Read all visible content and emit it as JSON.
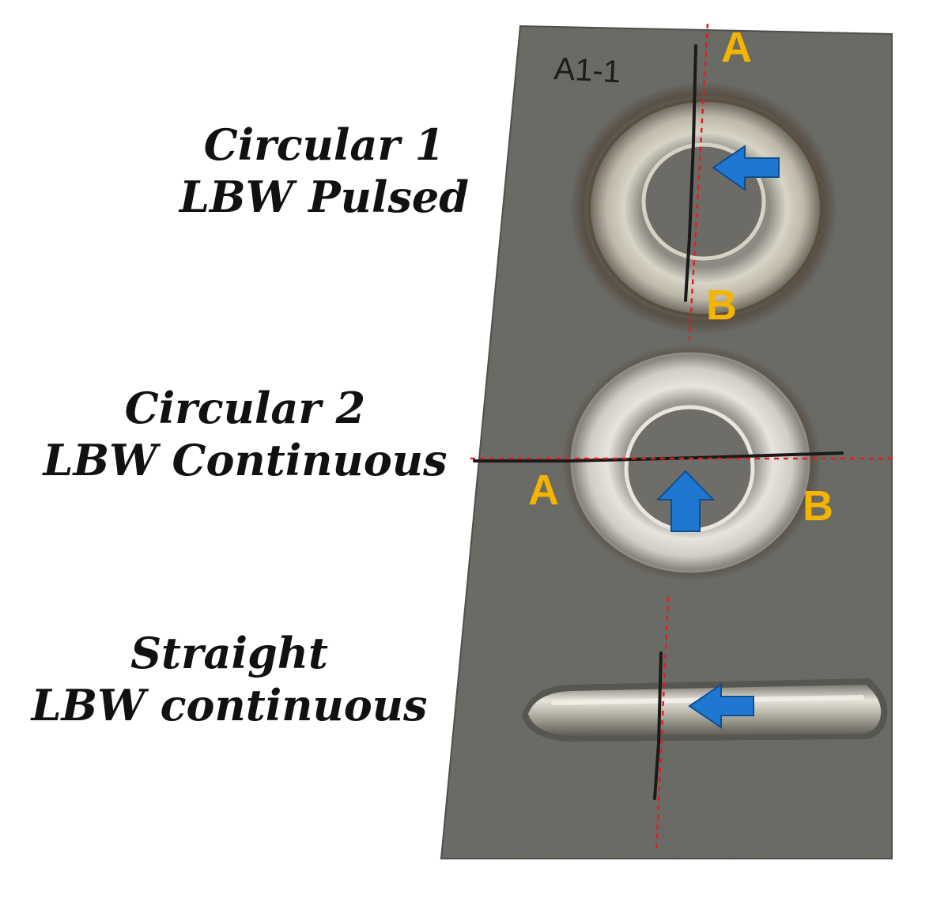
{
  "specimen_label": "A1-1",
  "marker_letters": {
    "a": "A",
    "b": "B"
  },
  "welds": [
    {
      "line1": "Circular 1",
      "line2": "LBW Pulsed"
    },
    {
      "line1": "Circular 2",
      "line2": "LBW Continuous"
    },
    {
      "line1": "Straight",
      "line2": "LBW continuous"
    }
  ],
  "colors": {
    "plate": "#6f6f6a",
    "marker": "#f5b400",
    "arrow": "#1e78d2",
    "section_line": "#e11d1d"
  }
}
